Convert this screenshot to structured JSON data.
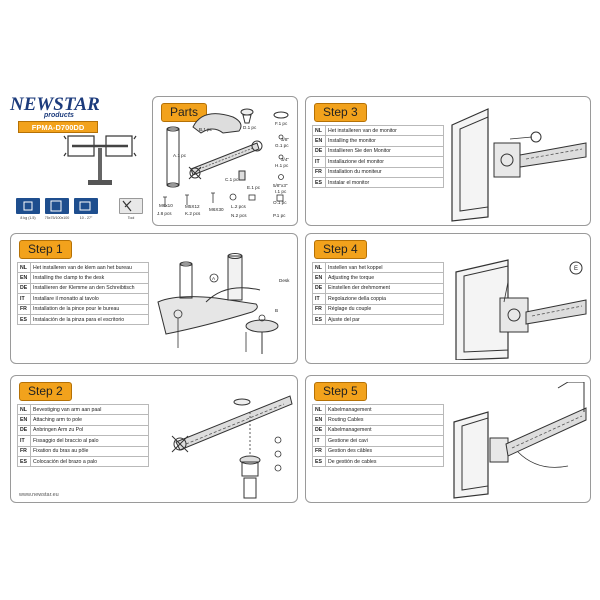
{
  "brand": {
    "logo_text": "NEWSTAR",
    "logo_sub": "products",
    "model": "FPMA-D700DD"
  },
  "specs": [
    {
      "label": "8 kg (1.5)",
      "icon": "weight-icon"
    },
    {
      "label": "75x75/100x100",
      "icon": "vesa-icon"
    },
    {
      "label": "10 - 27\"",
      "icon": "screen-size-icon"
    },
    {
      "label": "",
      "icon": "spacer"
    },
    {
      "label": "Tool",
      "icon": "tool-icon"
    }
  ],
  "footer": {
    "url": "www.newstar.eu"
  },
  "parts": {
    "title": "Parts",
    "labels": {
      "a": "A.1 pc",
      "b": "B.1 pc",
      "c": "C.1 pc",
      "d": "D.1 pc",
      "e": "E.1 pc",
      "f": "F.1 pc",
      "g": "G.1 pc",
      "h": "H.1 pc",
      "i": "I.1 pc",
      "j": "J.8 pcs",
      "k": "K.2 pcs",
      "l": "L.2 pcs",
      "n": "N.2 pcs",
      "o": "O.1 pc",
      "p": "P.1 pc",
      "m6x10": "M6x10",
      "m5x12": "M5X12",
      "m6x30": "M6X30",
      "d38": "3/8\"",
      "d34": "3/4\"",
      "d516": "5/8\"x3\""
    }
  },
  "steps": [
    {
      "id": "step1",
      "title": "Step 1",
      "rows": [
        {
          "code": "NL",
          "text": "Het installeren van de klem aan het bureau"
        },
        {
          "code": "EN",
          "text": "Installing the clamp to the desk"
        },
        {
          "code": "DE",
          "text": "Installieren der Klemme an den Schreibtisch"
        },
        {
          "code": "IT",
          "text": "Installare il monatto al tavolo"
        },
        {
          "code": "FR",
          "text": "Installation de la pince pour le bureau"
        },
        {
          "code": "ES",
          "text": "Instalación de la pinza para el escritorio"
        }
      ],
      "illus_labels": {
        "a": "A",
        "desk": "Desk",
        "b": "B"
      }
    },
    {
      "id": "step2",
      "title": "Step 2",
      "rows": [
        {
          "code": "NL",
          "text": "Bevestiging van arm aan paal"
        },
        {
          "code": "EN",
          "text": "Attaching arm to pole"
        },
        {
          "code": "DE",
          "text": "Anbringen Arm zu Pol"
        },
        {
          "code": "IT",
          "text": "Fissaggio del braccio al palo"
        },
        {
          "code": "FR",
          "text": "Fixation du bras au pôle"
        },
        {
          "code": "ES",
          "text": "Colocación del brazo a palo"
        }
      ]
    },
    {
      "id": "step3",
      "title": "Step 3",
      "rows": [
        {
          "code": "NL",
          "text": "Het installeren van de monitor"
        },
        {
          "code": "EN",
          "text": "Installing the monitor"
        },
        {
          "code": "DE",
          "text": "Installieren Sie den Monitor"
        },
        {
          "code": "IT",
          "text": "Installazione del monitor"
        },
        {
          "code": "FR",
          "text": "Installation du moniteur"
        },
        {
          "code": "ES",
          "text": "Instalar el monitor"
        }
      ]
    },
    {
      "id": "step4",
      "title": "Step 4",
      "rows": [
        {
          "code": "NL",
          "text": "Instellen van het koppel"
        },
        {
          "code": "EN",
          "text": "Adjusting the torque"
        },
        {
          "code": "DE",
          "text": "Einstellen der drehmoment"
        },
        {
          "code": "IT",
          "text": "Regolazione della coppia"
        },
        {
          "code": "FR",
          "text": "Réglage du couple"
        },
        {
          "code": "ES",
          "text": "Ajuste del par"
        }
      ],
      "illus_labels": {
        "e": "E"
      }
    },
    {
      "id": "step5",
      "title": "Step 5",
      "rows": [
        {
          "code": "NL",
          "text": "Kabelmanagement"
        },
        {
          "code": "EN",
          "text": "Routing Cables"
        },
        {
          "code": "DE",
          "text": "Kabelmanagement"
        },
        {
          "code": "IT",
          "text": "Gestione dei cavi"
        },
        {
          "code": "FR",
          "text": "Gestion des câbles"
        },
        {
          "code": "ES",
          "text": "De gestión de cables"
        }
      ]
    }
  ]
}
